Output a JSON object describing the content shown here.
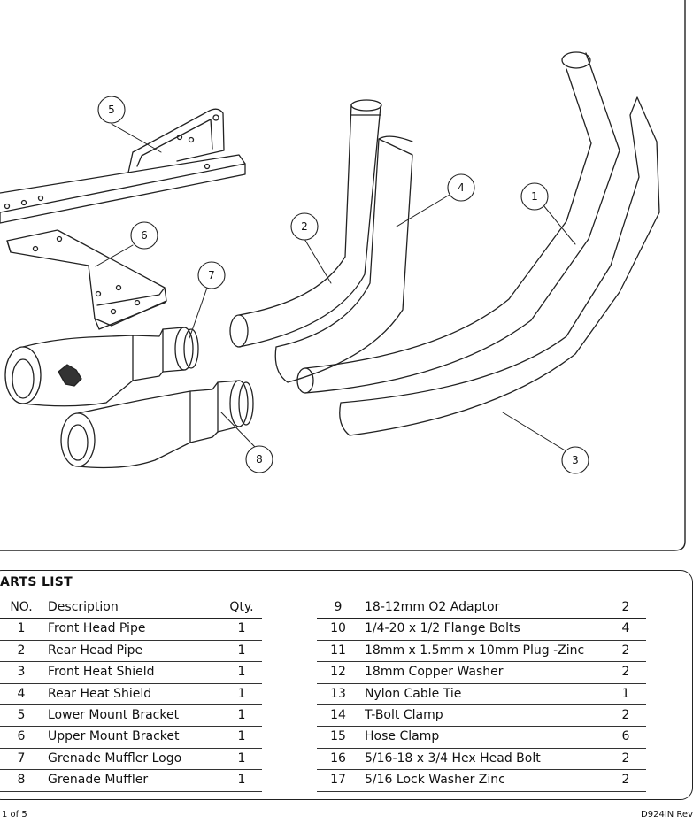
{
  "callouts": [
    "1",
    "2",
    "3",
    "4",
    "5",
    "6",
    "7",
    "8"
  ],
  "parts_list": {
    "title": "ARTS LIST",
    "headers": {
      "no": "NO.",
      "description": "Description",
      "qty": "Qty."
    },
    "left_rows": [
      {
        "no": "1",
        "description": "Front Head Pipe",
        "qty": "1"
      },
      {
        "no": "2",
        "description": "Rear Head Pipe",
        "qty": "1"
      },
      {
        "no": "3",
        "description": "Front Heat Shield",
        "qty": "1"
      },
      {
        "no": "4",
        "description": "Rear Heat Shield",
        "qty": "1"
      },
      {
        "no": "5",
        "description": "Lower Mount Bracket",
        "qty": "1"
      },
      {
        "no": "6",
        "description": "Upper Mount Bracket",
        "qty": "1"
      },
      {
        "no": "7",
        "description": "Grenade Muffler Logo",
        "qty": "1"
      },
      {
        "no": "8",
        "description": "Grenade Muffler",
        "qty": "1"
      }
    ],
    "right_rows": [
      {
        "no": "9",
        "description": "18-12mm O2 Adaptor",
        "qty": "2"
      },
      {
        "no": "10",
        "description": "1/4-20 x 1/2 Flange Bolts",
        "qty": "4"
      },
      {
        "no": "11",
        "description": "18mm  x 1.5mm x 10mm Plug -Zinc",
        "qty": "2"
      },
      {
        "no": "12",
        "description": "18mm Copper Washer",
        "qty": "2"
      },
      {
        "no": "13",
        "description": "Nylon Cable Tie",
        "qty": "1"
      },
      {
        "no": "14",
        "description": "T-Bolt Clamp",
        "qty": "2"
      },
      {
        "no": "15",
        "description": "Hose Clamp",
        "qty": "6"
      },
      {
        "no": "16",
        "description": "5/16-18 x 3/4 Hex Head Bolt",
        "qty": "2"
      },
      {
        "no": "17",
        "description": "5/16 Lock Washer Zinc",
        "qty": "2"
      }
    ]
  },
  "footer": {
    "page": "1 of 5",
    "doc_rev": "D924IN Rev"
  }
}
